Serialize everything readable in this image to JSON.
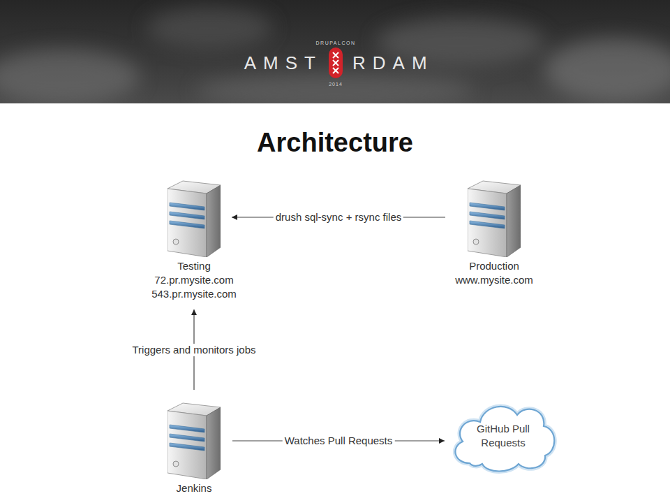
{
  "diagram": {
    "title": "Architecture",
    "nodes": [
      {
        "text": [
          "Testing",
          "72.pr.mysite.com",
          "543.pr.mysite.com"
        ]
      },
      {
        "text": [
          "Production",
          "www.mysite.com"
        ]
      },
      {
        "text": [
          "Jenkins"
        ]
      },
      {
        "text": [
          "GitHub Pull Requests"
        ]
      }
    ],
    "edges": [
      {
        "from": 1,
        "to": 0,
        "label": "drush sql-sync + rsync files",
        "arrow": "to"
      },
      {
        "from": 2,
        "to": 0,
        "label": "Triggers and monitors jobs",
        "arrow": "to"
      },
      {
        "from": 2,
        "to": 3,
        "label": "Watches Pull Requests",
        "arrow": "to"
      }
    ],
    "labels": [
      "DRUPALCON",
      "AMST",
      "RDAM",
      "2014"
    ]
  }
}
